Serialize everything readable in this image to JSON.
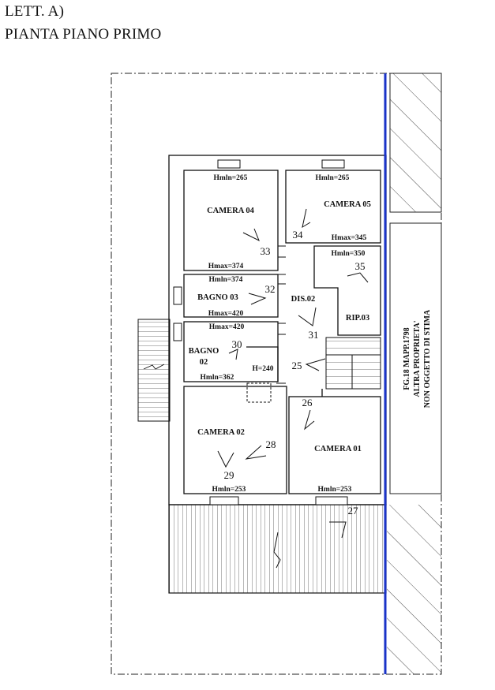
{
  "title": {
    "line1": "LETT. A)",
    "line2": "PIANTA PIANO PRIMO"
  },
  "rooms": {
    "camera04": "CAMERA 04",
    "camera05": "CAMERA 05",
    "bagno03": "BAGNO 03",
    "dis02": "DIS.02",
    "rip03": "RIP.03",
    "bagno02_a": "BAGNO",
    "bagno02_b": "02",
    "camera02": "CAMERA 02",
    "camera01": "CAMERA 01"
  },
  "heights": {
    "c04_min": "Hmln=265",
    "c05_min": "Hmln=265",
    "c05_max": "Hmax=345",
    "c04_max": "Hmax=374",
    "b03_min": "Hmln=374",
    "rip_min": "Hmln=350",
    "b03_max": "Hmax=420",
    "b02_max": "Hmax=420",
    "b02_min": "Hmln=362",
    "h240": "H=240",
    "c02_min": "Hmln=253",
    "c01_min": "Hmln=253"
  },
  "views": [
    "33",
    "34",
    "32",
    "35",
    "31",
    "30",
    "25",
    "26",
    "28",
    "29",
    "27"
  ],
  "side_note": {
    "line1": "FG.18 MAPP.1798",
    "line2": "ALTRA PROPRIETA'",
    "line3": "NON OGGETTO DI STIMA"
  },
  "colors": {
    "boundary_line": "#1a33c8",
    "walls": "#111111"
  }
}
